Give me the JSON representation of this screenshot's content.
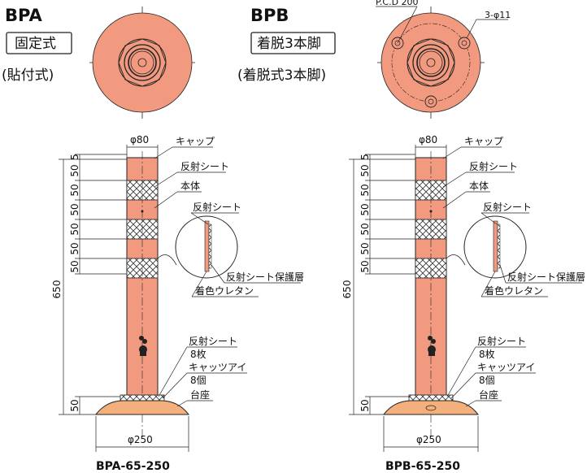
{
  "colors": {
    "body": "#f29a80",
    "line": "#222222",
    "reflect_fill": "#ffffff",
    "base": "#f4b07c"
  },
  "models": [
    {
      "code": "BPA",
      "type_label": "固定式",
      "type_sub": "(貼付式)",
      "model_name": "BPA-65-250",
      "dims": [
        "5",
        "50",
        "50",
        "50",
        "50",
        "50",
        "50",
        "650",
        "50"
      ],
      "top_dia": "φ80",
      "base_dia": "φ250",
      "labels": {
        "cap": "キャップ",
        "reflect1": "反射シート",
        "body": "本体",
        "reflect2": "反射シート",
        "protect": "反射シート保護層",
        "urethane": "着色ウレタン",
        "reflect3": "反射シート",
        "count8": "8枚",
        "eye": "キャッツアイ",
        "count8b": "8個",
        "base": "台座"
      }
    },
    {
      "code": "BPB",
      "type_label": "着脱3本脚",
      "type_sub": "(着脱式3本脚)",
      "model_name": "BPB-65-250",
      "pcd": "P.C.D 200",
      "holes": "3-φ11",
      "dims": [
        "5",
        "50",
        "50",
        "50",
        "50",
        "50",
        "50",
        "650",
        "50"
      ],
      "top_dia": "φ80",
      "base_dia": "φ250",
      "labels": {
        "cap": "キャップ",
        "reflect1": "反射シート",
        "body": "本体",
        "reflect2": "反射シート",
        "protect": "反射シート保護層",
        "urethane": "着色ウレタン",
        "reflect3": "反射シート",
        "count8": "8枚",
        "eye": "キャッツアイ",
        "count8b": "8個",
        "base": "台座"
      }
    }
  ]
}
